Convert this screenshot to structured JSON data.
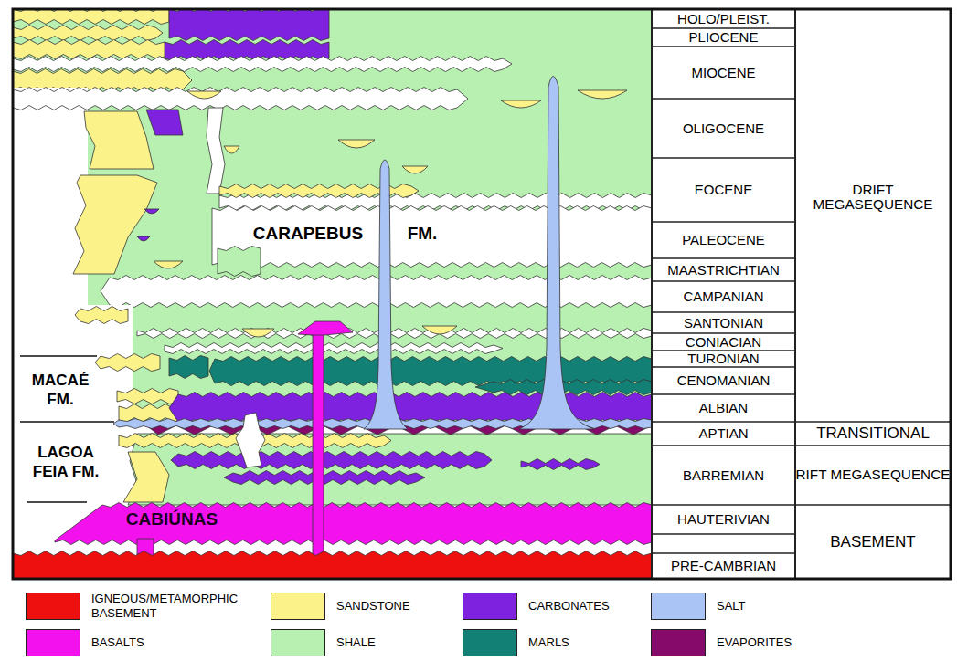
{
  "diagram": {
    "labels": [
      "CARAPEBUS",
      "FM.",
      "MACAÉ FM.",
      "LAGOA FEIA FM.",
      "CABIÚNAS",
      "HOLO/PLEIST.",
      "PLIOCENE",
      "MIOCENE",
      "OLIGOCENE",
      "EOCENE",
      "PALEOCENE",
      "MAASTRICHTIAN",
      "CAMPANIAN",
      "SANTONIAN",
      "CONIACIAN",
      "TURONIAN",
      "CENOMANIAN",
      "ALBIAN",
      "APTIAN",
      "BARREMIAN",
      "HAUTERIVIAN",
      "PRE-CAMBRIAN",
      "DRIFT MEGASEQUENCE",
      "TRANSITIONAL",
      "RIFT MEGASEQUENCE",
      "BASEMENT"
    ],
    "legend": [
      {
        "text": "IGNEOUS/METAMORPHIC BASEMENT",
        "color": "#ee0f0f"
      },
      {
        "text": "SANDSTONE",
        "color": "#fcf28a"
      },
      {
        "text": "CARBONATES",
        "color": "#7f22e0"
      },
      {
        "text": "SALT",
        "color": "#a9c4f5"
      },
      {
        "text": "BASALTS",
        "color": "#f312ee"
      },
      {
        "text": "SHALE",
        "color": "#b7f0b0"
      },
      {
        "text": "MARLS",
        "color": "#138075"
      },
      {
        "text": "EVAPORITES",
        "color": "#850a6a"
      }
    ]
  }
}
